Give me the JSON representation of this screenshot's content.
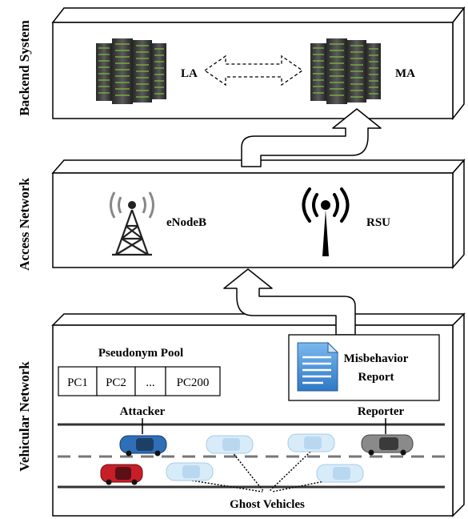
{
  "layers": {
    "backend": "Backend System",
    "access": "Access Network",
    "vehicular": "Vehicular Network"
  },
  "backend": {
    "left_server": "LA",
    "right_server": "MA"
  },
  "access": {
    "tower": "eNodeB",
    "rsu": "RSU"
  },
  "pseudonym_pool": {
    "title": "Pseudonym Pool",
    "cells": [
      "PC1",
      "PC2",
      "...",
      "PC200"
    ]
  },
  "report": {
    "line1": "Misbehavior",
    "line2": "Report"
  },
  "roles": {
    "attacker": "Attacker",
    "reporter": "Reporter",
    "ghosts": "Ghost Vehicles"
  },
  "colors": {
    "attacker_car": "#2e6fb8",
    "red_car": "#c81e28",
    "reporter_car": "#8a8a8a",
    "ghost_car": "#cfe6f7",
    "document": "#4a90d9"
  }
}
